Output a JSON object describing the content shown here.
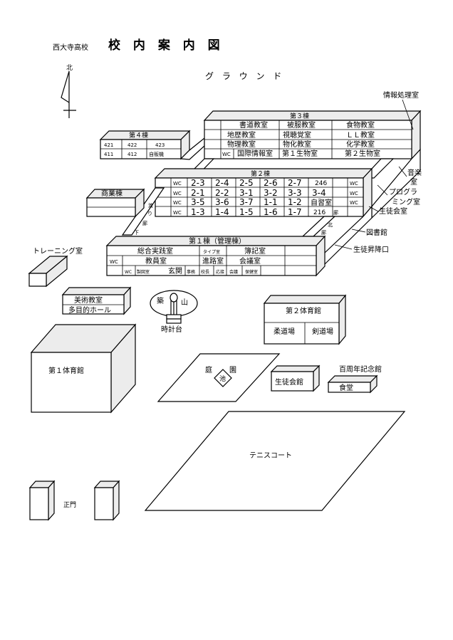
{
  "header": {
    "school": "西大寺高校",
    "title": "校 内 案 内 図",
    "north": "北"
  },
  "areas": {
    "ground": "グ ラ ウ ン ド",
    "garden_left": "庭",
    "garden_right": "園",
    "pond": "池",
    "tsukiyama_left": "築",
    "tsukiyama_right": "山",
    "clock": "時計台",
    "tennis": "テニスコート",
    "gate": "正門"
  },
  "buildings": {
    "b4": {
      "name": "第４棟",
      "row1": [
        "421",
        "422",
        "423"
      ],
      "row2": [
        "411",
        "412",
        "自販機"
      ]
    },
    "b3": {
      "name": "第３棟",
      "row1": [
        "書道教室",
        "被服教室",
        "食物教室"
      ],
      "row2": [
        "地歴教室",
        "視聴覚室",
        "ＬＬ教室"
      ],
      "row3": [
        "物理教室",
        "物化教室",
        "化学教室"
      ],
      "row4": [
        "WC",
        "国際情報室",
        "第１生物室",
        "第２生物室"
      ]
    },
    "b2": {
      "name": "第２棟",
      "wc": "WC",
      "row1": [
        "2-3",
        "2-4",
        "2-5",
        "2-6",
        "2-7",
        "246"
      ],
      "row2": [
        "2-1",
        "2-2",
        "3-1",
        "3-2",
        "3-3",
        "3-4"
      ],
      "row3": [
        "3-5",
        "3-6",
        "3-7",
        "1-1",
        "1-2",
        "自習室"
      ],
      "row4": [
        "1-3",
        "1-4",
        "1-5",
        "1-6",
        "1-7",
        "216"
      ]
    },
    "b1": {
      "name": "第１棟（管理棟）",
      "row1": [
        "総合実践室",
        "タイプ室",
        "簿記室"
      ],
      "row2": [
        "WC",
        "教員室",
        "進路室",
        "会議室"
      ],
      "row3": [
        "WC",
        "製図室",
        "玄関",
        "事務",
        "校長",
        "応接",
        "会議",
        "保健室"
      ]
    },
    "shogyo": "商業棟",
    "training": "トレーニング室",
    "art1": "美術教室",
    "art2": "多目的ホール",
    "gym1": "第１体育館",
    "gym2": "第２体育館",
    "judo": "柔道場",
    "kendo": "剣道場",
    "seitokaikan": "生徒会館",
    "hyakushu": "百周年記念館",
    "shokudo": "食堂"
  },
  "corridors": {
    "west": [
      "渡",
      "り",
      "廊",
      "下"
    ],
    "east": [
      "北",
      "廊"
    ],
    "east_right": "廊"
  },
  "callouts": {
    "info": "情報処理室",
    "music": [
      "音楽",
      "室"
    ],
    "prog": [
      "プログラ",
      "ミング室"
    ],
    "seitokai": "生徒会室",
    "library": "図書館",
    "stairs": "生徒昇降口"
  }
}
